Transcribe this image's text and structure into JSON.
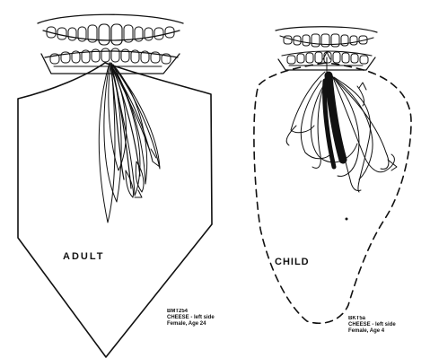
{
  "panels": {
    "adult": {
      "label": "ADULT",
      "caption": [
        "BMT254",
        "CHEESE - left side",
        "Female, Age 24"
      ]
    },
    "child": {
      "label": "CHILD",
      "caption": [
        "BKT5a",
        "CHEESE - left side",
        "Female, Age 4"
      ]
    }
  },
  "colors": {
    "ink": "#111111",
    "background": "#ffffff"
  }
}
